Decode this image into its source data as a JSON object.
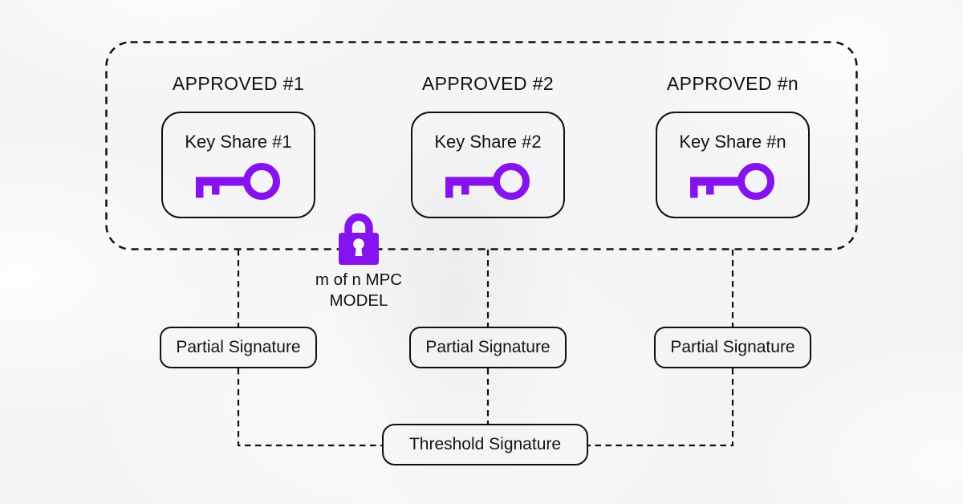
{
  "diagram": {
    "approvers": [
      {
        "approved": "APPROVED #1",
        "key_share": "Key Share #1",
        "partial": "Partial Signature"
      },
      {
        "approved": "APPROVED #2",
        "key_share": "Key Share #2",
        "partial": "Partial Signature"
      },
      {
        "approved": "APPROVED #n",
        "key_share": "Key Share #n",
        "partial": "Partial Signature"
      }
    ],
    "mpc": {
      "line1": "m of n MPC",
      "line2": "MODEL"
    },
    "threshold": "Threshold Signature",
    "icons": {
      "key_share": "key-icon",
      "mpc_lock": "lock-icon"
    },
    "colors": {
      "accent_purple": "#8612EE",
      "line_black": "#111111",
      "background": "#F5F4F6"
    }
  }
}
